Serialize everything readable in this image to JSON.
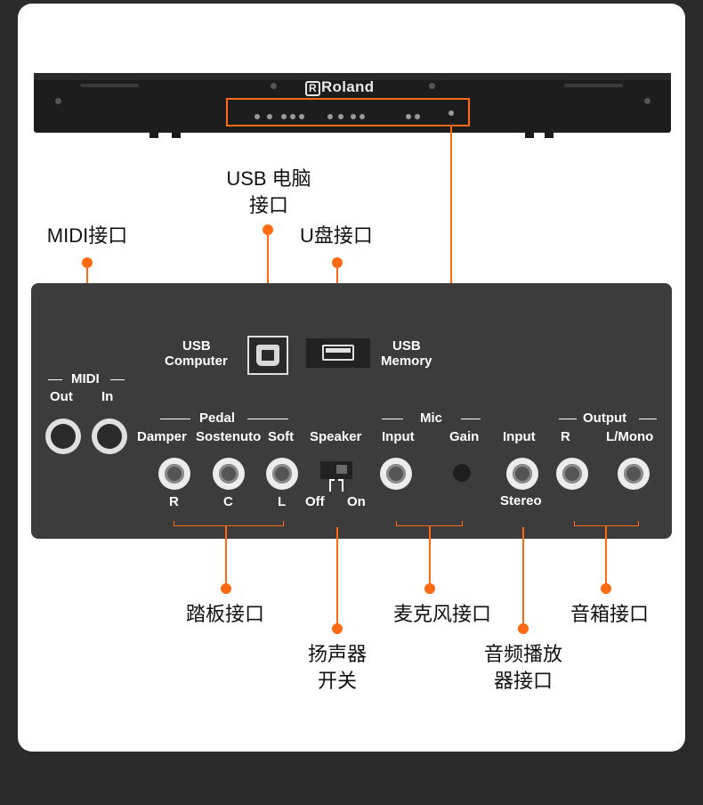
{
  "colors": {
    "accent": "#ff6a13",
    "panel": "#3c3c3c",
    "page_bg": "#2b2b2b",
    "card_bg": "#ffffff"
  },
  "brand": {
    "logo_text": "Roland",
    "logo_mark": "R"
  },
  "labels": {
    "usb_computer_cn_1": "USB 电脑",
    "usb_computer_cn_2": "接口",
    "midi_cn": "MIDI接口",
    "usb_memory_cn": "U盘接口",
    "pedal_cn": "踏板接口",
    "mic_cn": "麦克风接口",
    "output_cn": "音箱接口",
    "speaker_cn_1": "扬声器",
    "speaker_cn_2": "开关",
    "input_cn_1": "音频播放",
    "input_cn_2": "器接口"
  },
  "panel": {
    "usb_computer": [
      "USB",
      "Computer"
    ],
    "usb_memory": [
      "USB",
      "Memory"
    ],
    "midi": {
      "title": "MIDI",
      "out": "Out",
      "in": "In"
    },
    "pedal": {
      "title": "Pedal",
      "damper": "Damper",
      "sostenuto": "Sostenuto",
      "soft": "Soft",
      "r": "R",
      "c": "C",
      "l": "L"
    },
    "speaker": {
      "title": "Speaker",
      "off": "Off",
      "on": "On"
    },
    "mic": {
      "title": "Mic",
      "input": "Input",
      "gain": "Gain"
    },
    "input": {
      "title": "Input",
      "stereo": "Stereo"
    },
    "output": {
      "title": "Output",
      "r": "R",
      "lmono": "L/Mono"
    }
  }
}
